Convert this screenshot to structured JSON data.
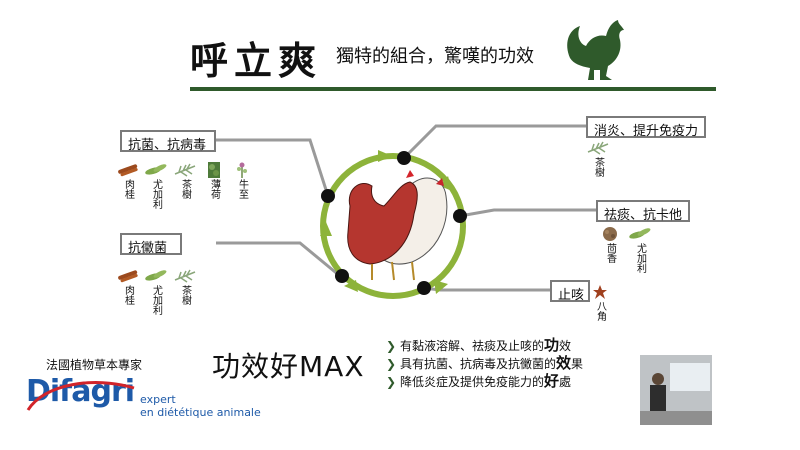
{
  "header": {
    "title": "呼立爽",
    "subtitle": "獨特的組合，驚嘆的功效"
  },
  "boxes": {
    "antibacterial": "抗菌、抗病毒",
    "antifungal": "抗黴菌",
    "anti_inflammatory": "消炎、提升免疫力",
    "expectorant": "祛痰、抗卡他",
    "antitussive": "止咳"
  },
  "herbs": {
    "group1": [
      "肉桂",
      "尤加利",
      "茶樹",
      "薄荷",
      "牛至"
    ],
    "group2": [
      "肉桂",
      "尤加利",
      "茶樹"
    ],
    "tea_tree": "茶樹",
    "fennel": "茴香",
    "eucalyptus": "尤加利",
    "star_anise": "八角"
  },
  "product": {
    "name": "功效好MAX"
  },
  "bullets": [
    {
      "pre": "有黏液溶解、祛痰及止咳的",
      "em": "功",
      "post": "效"
    },
    {
      "pre": "具有抗菌、抗病毒及抗黴菌的",
      "em": "效",
      "post": "果"
    },
    {
      "pre": "降低炎症及提供免疫能力的",
      "em": "好",
      "post": "處"
    }
  ],
  "brand": {
    "tagline": "法國植物草本專家",
    "logo": "Difagri",
    "expert_line1": "expert",
    "expert_line2": "en diététique animale"
  },
  "colors": {
    "accent_green": "#2f5a2b",
    "cycle_green": "#8db33a",
    "brand_blue": "#1e5aa8",
    "brand_red": "#d2242a",
    "connector_gray": "#9a9a9a"
  }
}
